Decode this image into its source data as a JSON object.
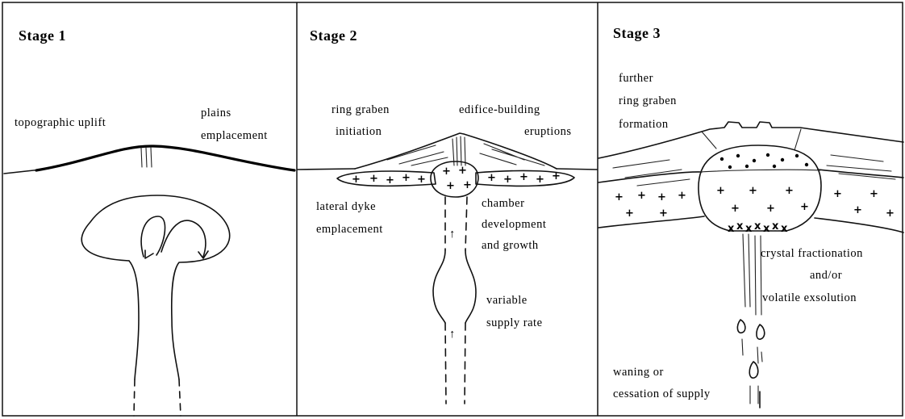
{
  "panels": [
    {
      "title": "Stage  1",
      "labels": {
        "uplift": "topographic  uplift",
        "plains_1": "plains",
        "plains_2": "emplacement"
      }
    },
    {
      "title": "Stage  2",
      "labels": {
        "ring_1": "ring  graben",
        "ring_2": "initiation",
        "edifice_1": "edifice-building",
        "edifice_2": "eruptions",
        "lateral_1": "lateral  dyke",
        "lateral_2": "emplacement",
        "chamber_1": "chamber",
        "chamber_2": "development",
        "chamber_3": "and  growth",
        "supply_1": "variable",
        "supply_2": "supply  rate"
      }
    },
    {
      "title": "Stage  3",
      "labels": {
        "further_1": "further",
        "further_2": "ring  graben",
        "further_3": "formation",
        "crystal_1": "crystal  fractionation",
        "crystal_2": "and/or",
        "crystal_3": "volatile  exsolution",
        "waning_1": "waning  or",
        "waning_2": "cessation  of  supply"
      }
    }
  ],
  "symbols": {
    "plus": "+",
    "up_arrow": "↑",
    "cross": "x"
  }
}
